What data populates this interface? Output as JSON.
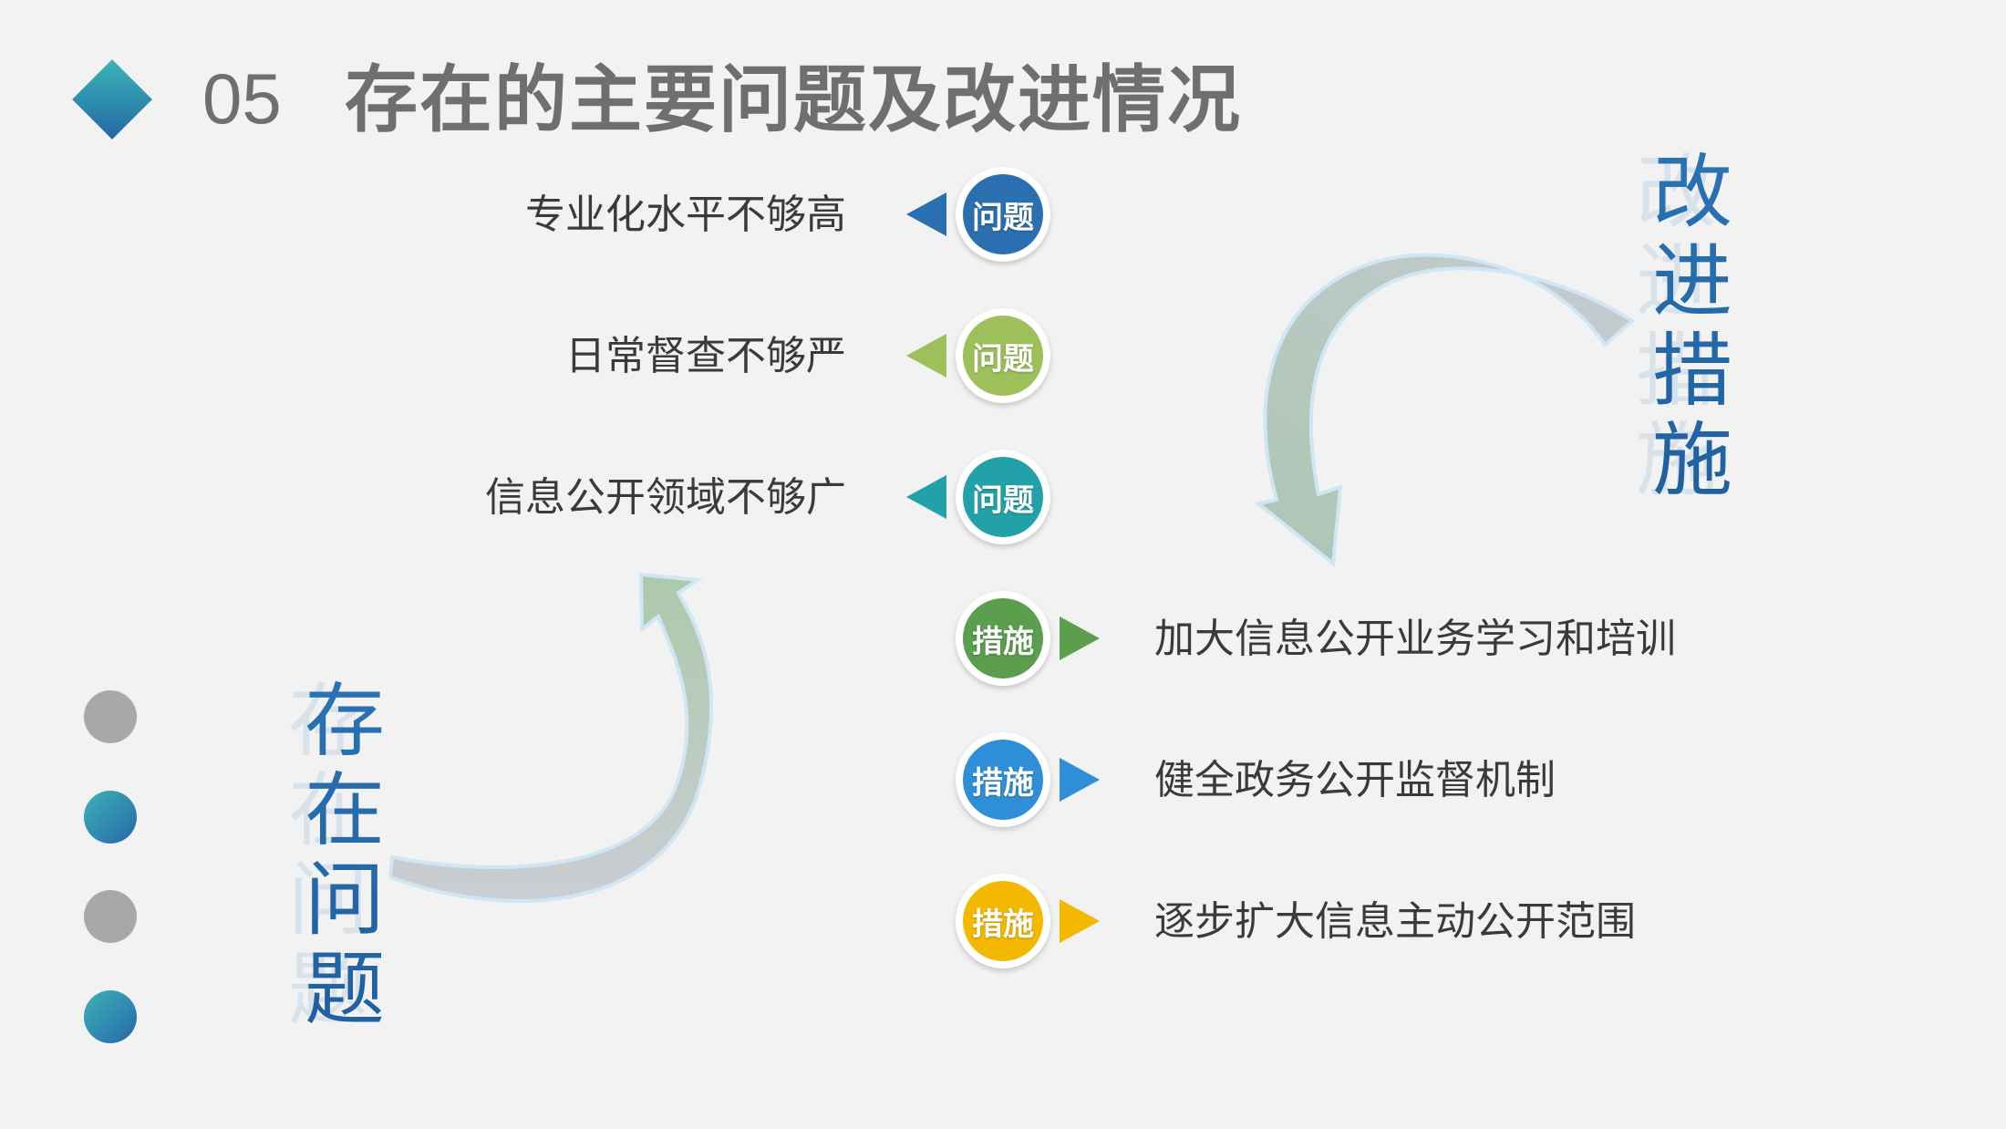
{
  "header": {
    "number": "05",
    "title": "存在的主要问题及改进情况"
  },
  "left_label": "存\n在\n问\n题",
  "right_label": "改\n进\n措\n施",
  "problems": [
    {
      "text": "专业化水平不够高",
      "badge": "问题",
      "color": "#2a70b0"
    },
    {
      "text": "日常督查不够严",
      "badge": "问题",
      "color": "#9dc05a"
    },
    {
      "text": "信息公开领域不够广",
      "badge": "问题",
      "color": "#22a2a8"
    }
  ],
  "measures": [
    {
      "text": "加大信息公开业务学习和培训",
      "badge": "措施",
      "color": "#5a9e4e"
    },
    {
      "text": "健全政务公开监督机制",
      "badge": "措施",
      "color": "#2e8fd8"
    },
    {
      "text": "逐步扩大信息主动公开范围",
      "badge": "措施",
      "color": "#f4b800"
    }
  ],
  "icons": [
    "diamond-icon",
    "bullet-dot-icon",
    "curved-arrow-icon",
    "triangle-arrow-icon"
  ]
}
